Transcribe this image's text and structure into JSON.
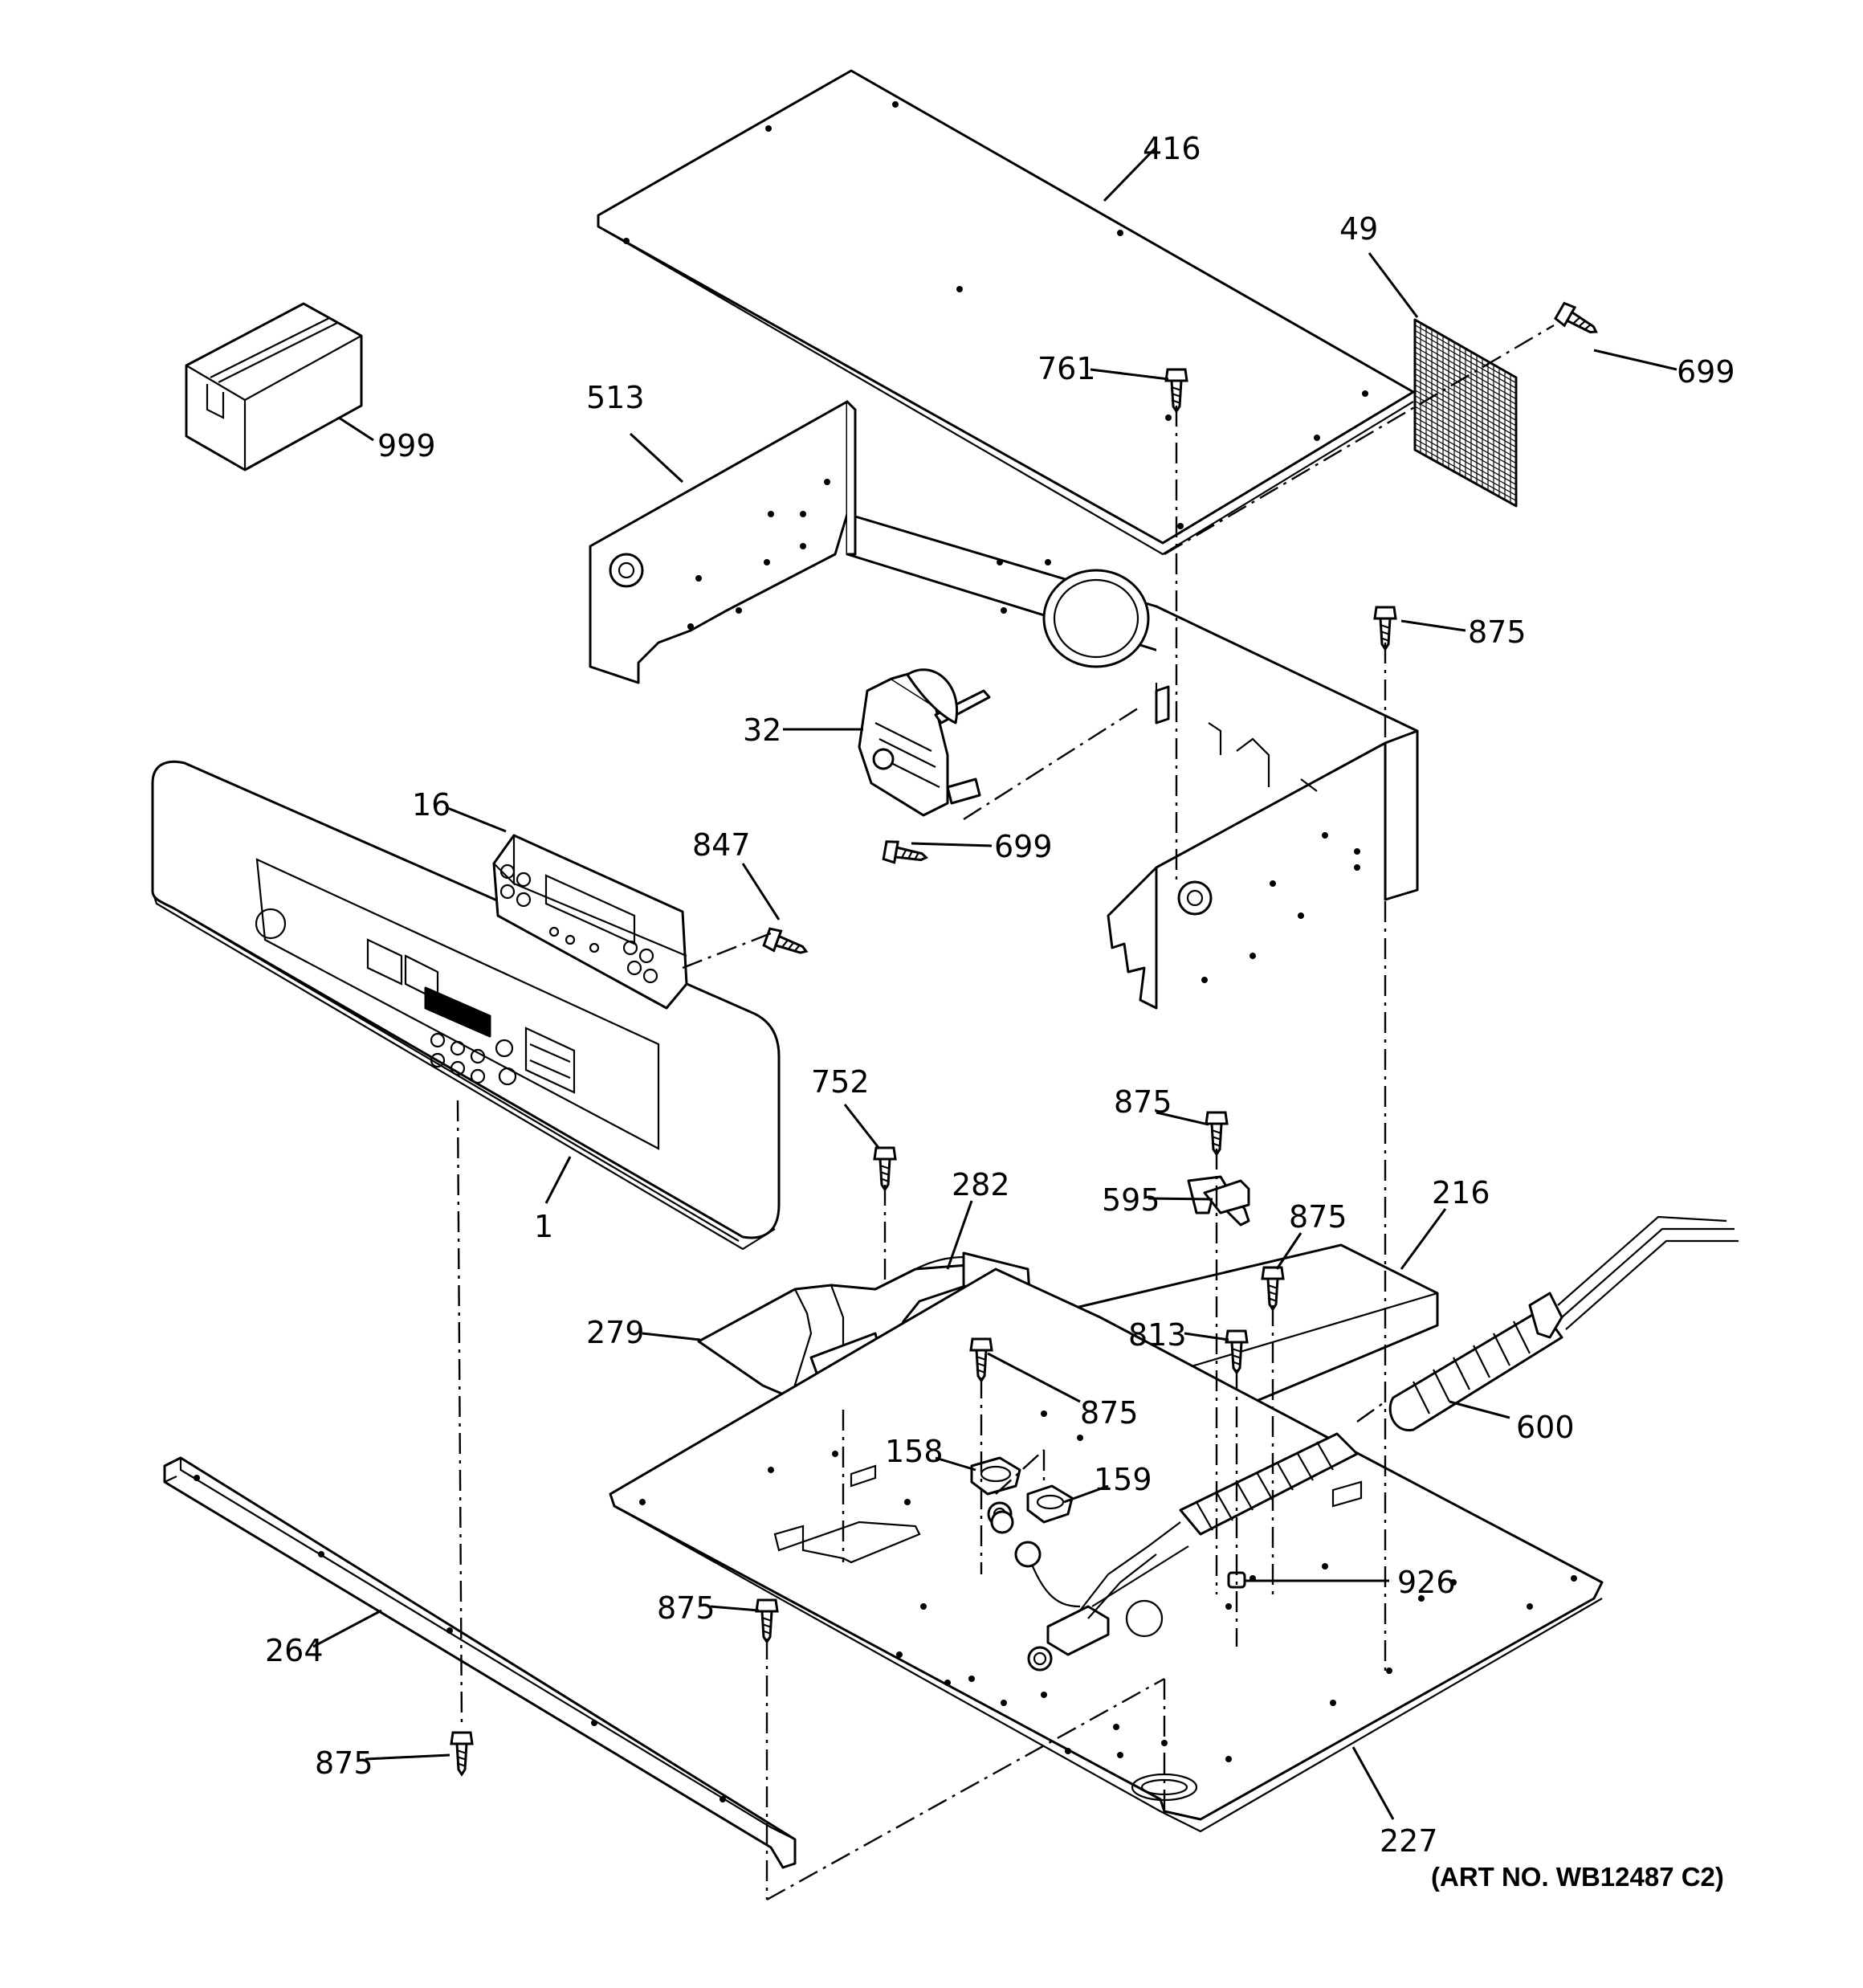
{
  "diagram": {
    "callouts": {
      "c416": "416",
      "c49": "49",
      "c699a": "699",
      "c761": "761",
      "c999": "999",
      "c513": "513",
      "c875a": "875",
      "c32": "32",
      "c16": "16",
      "c847": "847",
      "c699b": "699",
      "c752": "752",
      "c875b": "875",
      "c282": "282",
      "c595": "595",
      "c875c": "875",
      "c216": "216",
      "c1": "1",
      "c279": "279",
      "c813": "813",
      "c875d": "875",
      "c600": "600",
      "c158": "158",
      "c159": "159",
      "c926": "926",
      "c264": "264",
      "c875e": "875",
      "c875f": "875",
      "c227": "227"
    },
    "art_number": "(ART NO. WB12487 C2)"
  }
}
